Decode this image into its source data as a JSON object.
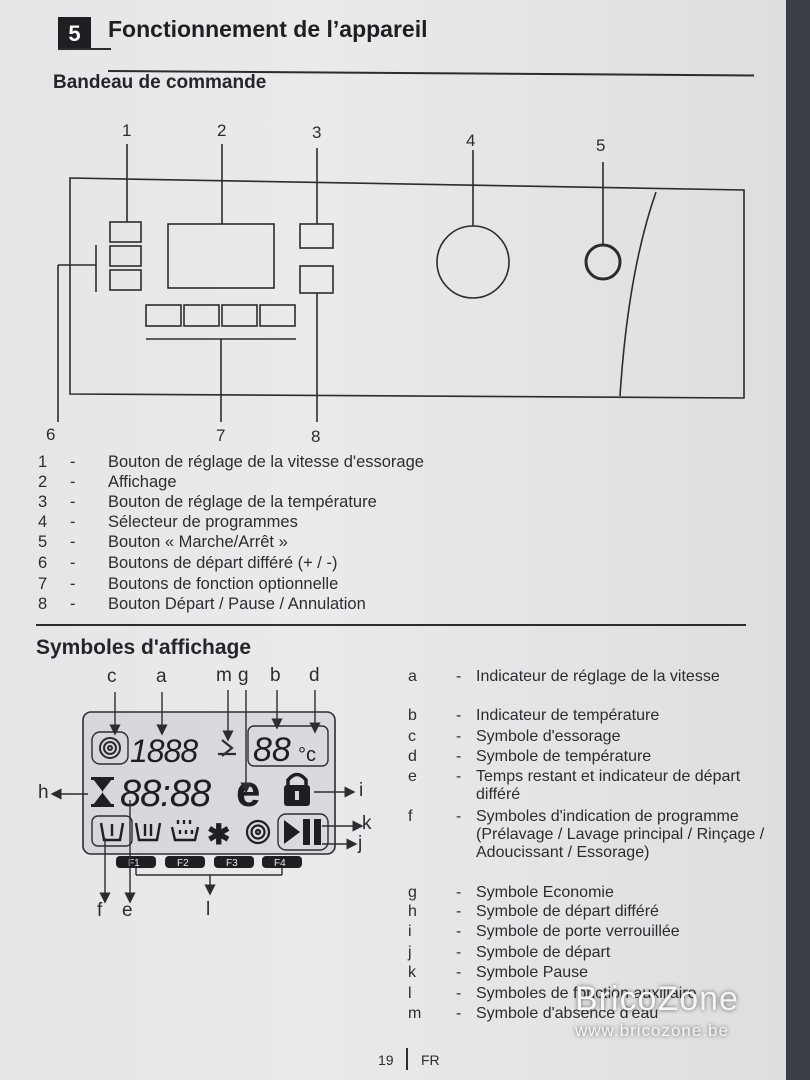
{
  "header": {
    "section_number": "5",
    "section_title": "Fonctionnement de l’appareil"
  },
  "panel_section": {
    "title": "Bandeau de commande",
    "callouts_top": [
      "1",
      "2",
      "3",
      "4",
      "5"
    ],
    "callouts_bottom": [
      "6",
      "7",
      "8"
    ],
    "legend": [
      {
        "key": "1",
        "text": "Bouton de réglage de la vitesse d'essorage"
      },
      {
        "key": "2",
        "text": "Affichage"
      },
      {
        "key": "3",
        "text": "Bouton de réglage de la température"
      },
      {
        "key": "4",
        "text": "Sélecteur de programmes"
      },
      {
        "key": "5",
        "text": "Bouton « Marche/Arrêt »"
      },
      {
        "key": "6",
        "text": "Boutons de départ différé (+ / -)"
      },
      {
        "key": "7",
        "text": "Boutons de fonction optionnelle"
      },
      {
        "key": "8",
        "text": "Bouton Départ / Pause / Annulation"
      }
    ],
    "separator": "-"
  },
  "display_section": {
    "title": "Symboles d'affichage",
    "letters_top": [
      "c",
      "a",
      "m",
      "g",
      "b",
      "d"
    ],
    "letters_side": [
      "h",
      "i",
      "k",
      "j"
    ],
    "letters_bottom": [
      "f",
      "e",
      "l"
    ],
    "lcd": {
      "speed": "1888",
      "temp": "88",
      "temp_unit": "°c",
      "time": "88:88",
      "eco": "e",
      "f_buttons": [
        "F1",
        "F2",
        "F3",
        "F4"
      ]
    },
    "legend": [
      {
        "key": "a",
        "text": "Indicateur de réglage de la vitesse"
      },
      {
        "key": "b",
        "text": "Indicateur de température"
      },
      {
        "key": "c",
        "text": "Symbole d'essorage"
      },
      {
        "key": "d",
        "text": "Symbole de température"
      },
      {
        "key": "e",
        "text": "Temps restant et indicateur de départ différé"
      },
      {
        "key": "f",
        "text": "Symboles d'indication de programme (Prélavage / Lavage principal / Rinçage / Adoucissant / Essorage)"
      },
      {
        "key": "g",
        "text": "Symbole Economie"
      },
      {
        "key": "h",
        "text": "Symbole de départ différé"
      },
      {
        "key": "i",
        "text": "Symbole de porte verrouillée"
      },
      {
        "key": "j",
        "text": "Symbole de départ"
      },
      {
        "key": "k",
        "text": "Symbole Pause"
      },
      {
        "key": "l",
        "text": "Symboles de fonction auxiliaire"
      },
      {
        "key": "m",
        "text": "Symbole d'absence d'eau"
      }
    ]
  },
  "footer": {
    "page": "19",
    "lang": "FR"
  },
  "watermark": {
    "brand": "BricoZone",
    "url": "www.bricozone.be"
  }
}
